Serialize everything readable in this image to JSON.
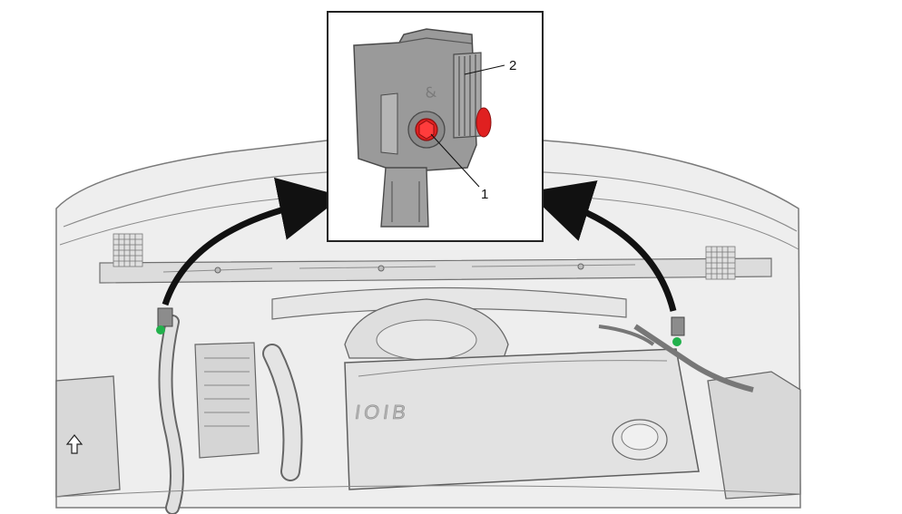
{
  "diagram": {
    "callouts": [
      {
        "number": "1",
        "part": "fastener"
      },
      {
        "number": "2",
        "part": "sensor"
      }
    ],
    "engine_cover_text": "IOIB",
    "colors": {
      "background": "#ffffff",
      "illustration_fill": "#e3e3e3",
      "illustration_line": "#6a6a6a",
      "sensor_body": "#9a9a9a",
      "fastener_highlight": "#e02020",
      "connector_highlight": "#22b14c",
      "arrow": "#111111"
    },
    "icons": [
      "up-arrow-icon",
      "curved-arrow-icon"
    ]
  }
}
